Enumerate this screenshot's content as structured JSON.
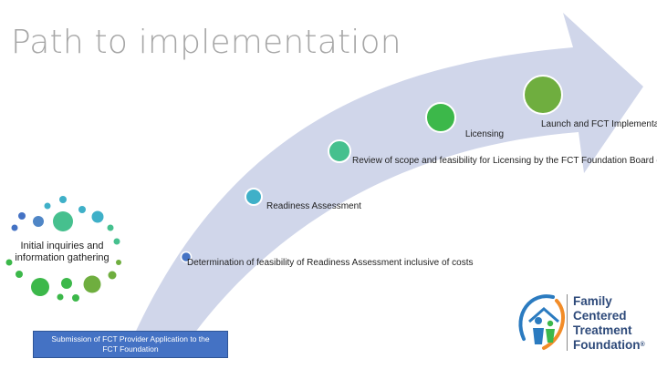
{
  "title": "Path to implementation",
  "cluster_label": "Initial inquiries and information gathering",
  "submission_box": "Submission of FCT Provider Application to the FCT Foundation",
  "steps": [
    {
      "label": "Determination of feasibility of Readiness Assessment inclusive of costs",
      "color": "#4472c4"
    },
    {
      "label": "Readiness Assessment",
      "color": "#3fb0c8"
    },
    {
      "label": "Review of scope and feasibility for Licensing by the FCT Foundation Board of Directors",
      "color": "#46c08e"
    },
    {
      "label": "Licensing",
      "color": "#3cb84a"
    },
    {
      "label": "Launch and FCT Implementation",
      "color": "#6fae3f"
    }
  ],
  "logo": {
    "line1": "Family",
    "line2": "Centered",
    "line3": "Treatment",
    "line4": "Foundation",
    "reg": "®"
  },
  "colors": {
    "arrow": "#d0d6ea",
    "title": "#a6a6a6",
    "box": "#4472c4",
    "logo_text": "#2e4a7a"
  }
}
